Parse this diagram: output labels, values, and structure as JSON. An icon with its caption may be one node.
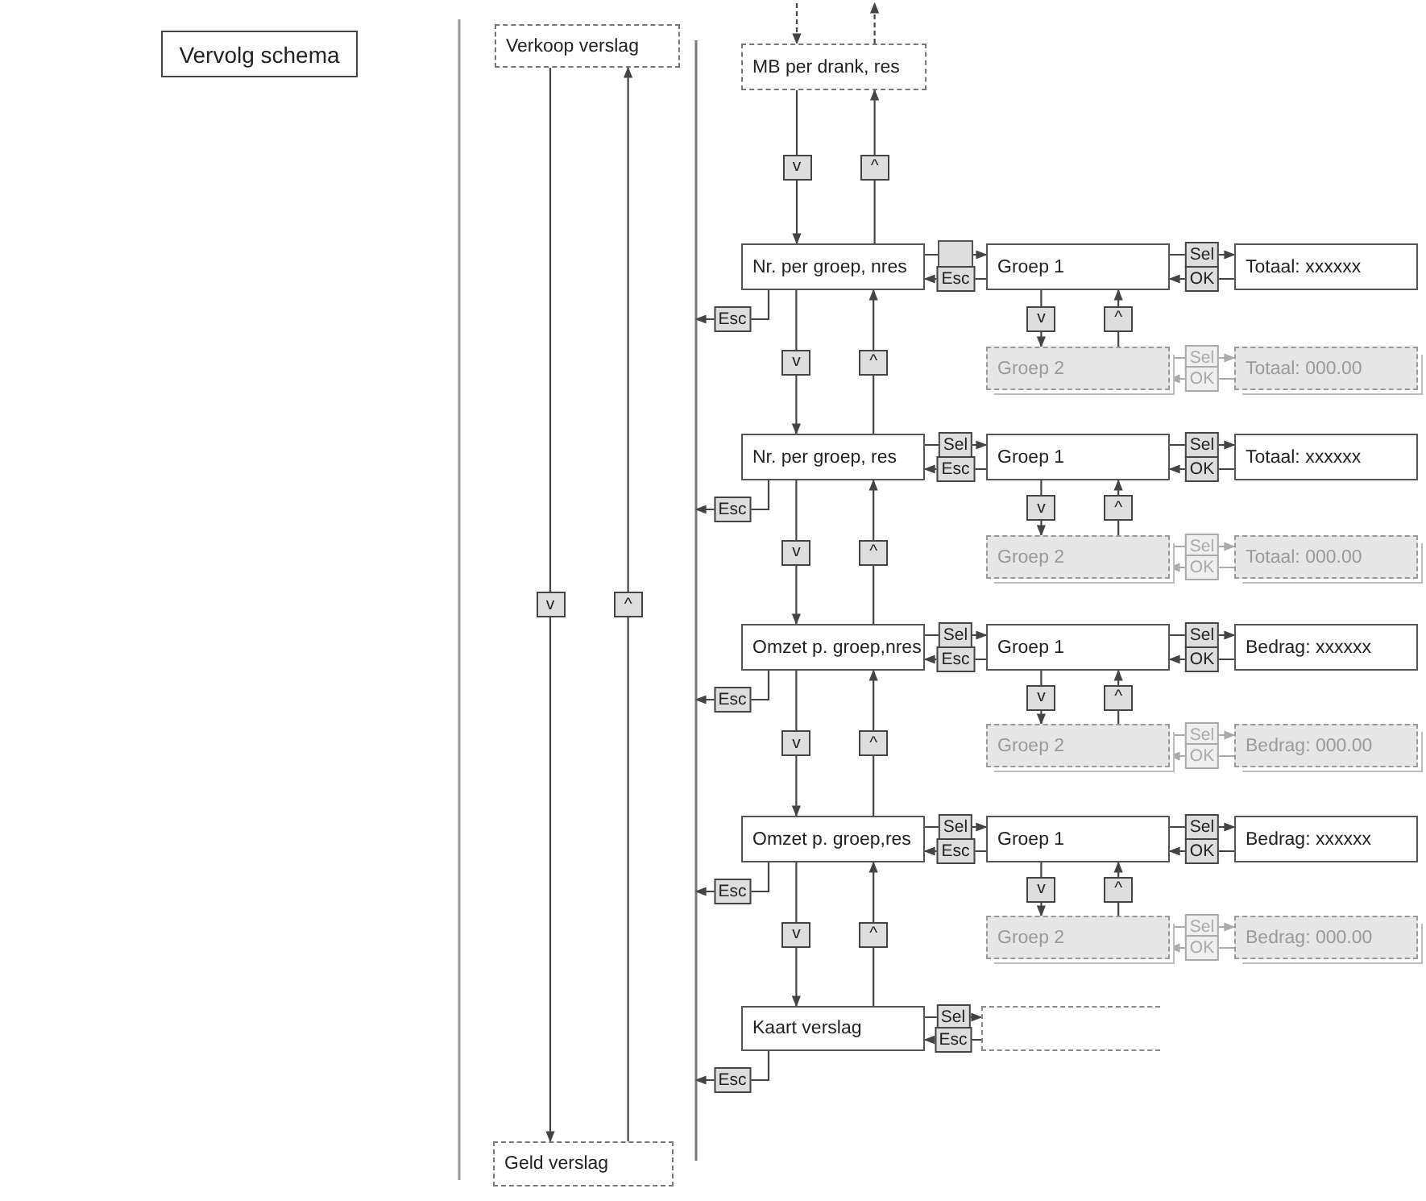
{
  "diagram": {
    "title": "Vervolg schema",
    "nodes": [
      {
        "text": [
          "Verkoop verslag"
        ]
      },
      {
        "text": [
          "Geld verslag"
        ]
      },
      {
        "text": [
          "MB per drank, res"
        ]
      },
      {
        "text": [
          "Nr. per groep, nres"
        ]
      },
      {
        "text": [
          "Groep 1"
        ]
      },
      {
        "text": [
          "Totaal: xxxxxx"
        ]
      },
      {
        "text": [
          "Groep 2"
        ]
      },
      {
        "text": [
          "Totaal: 000.00"
        ]
      },
      {
        "text": [
          "Nr. per groep, res"
        ]
      },
      {
        "text": [
          "Groep 1"
        ]
      },
      {
        "text": [
          "Totaal: xxxxxx"
        ]
      },
      {
        "text": [
          "Groep 2"
        ]
      },
      {
        "text": [
          "Totaal: 000.00"
        ]
      },
      {
        "text": [
          "Omzet p. groep,nres"
        ]
      },
      {
        "text": [
          "Groep 1"
        ]
      },
      {
        "text": [
          "Bedrag: xxxxxx"
        ]
      },
      {
        "text": [
          "Groep 2"
        ]
      },
      {
        "text": [
          "Bedrag: 000.00"
        ]
      },
      {
        "text": [
          "Omzet p. groep,res"
        ]
      },
      {
        "text": [
          "Groep 1"
        ]
      },
      {
        "text": [
          "Bedrag: xxxxxx"
        ]
      },
      {
        "text": [
          "Groep 2"
        ]
      },
      {
        "text": [
          "Bedrag: 000.00"
        ]
      },
      {
        "text": [
          "Kaart verslag"
        ]
      },
      {
        "text": [],
        "shape": "box"
      }
    ],
    "edges": [
      {
        "from": 0,
        "to": 1,
        "arrow": "to",
        "label": "v"
      },
      {
        "from": 1,
        "to": 0,
        "arrow": "to",
        "label": "^"
      },
      {
        "from": null,
        "to": 2,
        "arrow": "to",
        "style": "dashed"
      },
      {
        "from": 2,
        "to": null,
        "arrow": "to",
        "style": "dashed"
      },
      {
        "from": 2,
        "to": 3,
        "arrow": "to",
        "label": "v"
      },
      {
        "from": 3,
        "to": 2,
        "arrow": "to",
        "label": "^"
      },
      {
        "from": 3,
        "to": 4,
        "arrow": "to"
      },
      {
        "from": 4,
        "to": 3,
        "arrow": "to",
        "label": "Esc"
      },
      {
        "from": 4,
        "to": 5,
        "arrow": "to",
        "label": "Sel"
      },
      {
        "from": 5,
        "to": 4,
        "arrow": "to",
        "label": "OK"
      },
      {
        "from": 4,
        "to": 6,
        "arrow": "to",
        "label": "v"
      },
      {
        "from": 6,
        "to": 4,
        "arrow": "to",
        "label": "^"
      },
      {
        "from": 6,
        "to": 7,
        "arrow": "to",
        "label": "Sel",
        "color": "#aaaaaa"
      },
      {
        "from": 7,
        "to": 6,
        "arrow": "to",
        "label": "OK",
        "color": "#aaaaaa"
      },
      {
        "from": 3,
        "to": null,
        "arrow": "to",
        "label": "Esc"
      },
      {
        "from": 3,
        "to": 8,
        "arrow": "to",
        "label": "v"
      },
      {
        "from": 8,
        "to": 3,
        "arrow": "to",
        "label": "^"
      },
      {
        "from": 8,
        "to": 9,
        "arrow": "to",
        "label": "Sel"
      },
      {
        "from": 9,
        "to": 8,
        "arrow": "to",
        "label": "Esc"
      },
      {
        "from": 9,
        "to": 10,
        "arrow": "to",
        "label": "Sel"
      },
      {
        "from": 10,
        "to": 9,
        "arrow": "to",
        "label": "OK"
      },
      {
        "from": 9,
        "to": 11,
        "arrow": "to",
        "label": "v"
      },
      {
        "from": 11,
        "to": 9,
        "arrow": "to",
        "label": "^"
      },
      {
        "from": 11,
        "to": 12,
        "arrow": "to",
        "label": "Sel",
        "color": "#aaaaaa"
      },
      {
        "from": 12,
        "to": 11,
        "arrow": "to",
        "label": "OK",
        "color": "#aaaaaa"
      },
      {
        "from": 8,
        "to": null,
        "arrow": "to",
        "label": "Esc"
      },
      {
        "from": 8,
        "to": 13,
        "arrow": "to",
        "label": "v"
      },
      {
        "from": 13,
        "to": 8,
        "arrow": "to",
        "label": "^"
      },
      {
        "from": 13,
        "to": 14,
        "arrow": "to",
        "label": "Sel"
      },
      {
        "from": 14,
        "to": 13,
        "arrow": "to",
        "label": "Esc"
      },
      {
        "from": 14,
        "to": 15,
        "arrow": "to",
        "label": "Sel"
      },
      {
        "from": 15,
        "to": 14,
        "arrow": "to",
        "label": "OK"
      },
      {
        "from": 14,
        "to": 16,
        "arrow": "to",
        "label": "v"
      },
      {
        "from": 16,
        "to": 14,
        "arrow": "to",
        "label": "^"
      },
      {
        "from": 16,
        "to": 17,
        "arrow": "to",
        "label": "Sel",
        "color": "#aaaaaa"
      },
      {
        "from": 17,
        "to": 16,
        "arrow": "to",
        "label": "OK",
        "color": "#aaaaaa"
      },
      {
        "from": 13,
        "to": null,
        "arrow": "to",
        "label": "Esc"
      },
      {
        "from": 13,
        "to": 18,
        "arrow": "to",
        "label": "v"
      },
      {
        "from": 18,
        "to": 13,
        "arrow": "to",
        "label": "^"
      },
      {
        "from": 18,
        "to": 19,
        "arrow": "to",
        "label": "Sel"
      },
      {
        "from": 19,
        "to": 18,
        "arrow": "to",
        "label": "Esc"
      },
      {
        "from": 19,
        "to": 20,
        "arrow": "to",
        "label": "Sel"
      },
      {
        "from": 20,
        "to": 19,
        "arrow": "to",
        "label": "OK"
      },
      {
        "from": 19,
        "to": 21,
        "arrow": "to",
        "label": "v"
      },
      {
        "from": 21,
        "to": 19,
        "arrow": "to",
        "label": "^"
      },
      {
        "from": 21,
        "to": 22,
        "arrow": "to",
        "label": "Sel",
        "color": "#aaaaaa"
      },
      {
        "from": 22,
        "to": 21,
        "arrow": "to",
        "label": "OK",
        "color": "#aaaaaa"
      },
      {
        "from": 18,
        "to": null,
        "arrow": "to",
        "label": "Esc"
      },
      {
        "from": 18,
        "to": 23,
        "arrow": "to",
        "label": "v"
      },
      {
        "from": 23,
        "to": 18,
        "arrow": "to",
        "label": "^"
      },
      {
        "from": 23,
        "to": 24,
        "arrow": "to",
        "label": "Sel"
      },
      {
        "from": 24,
        "to": 23,
        "arrow": "to",
        "label": "Esc"
      },
      {
        "from": 23,
        "to": null,
        "arrow": "to",
        "label": "Esc"
      }
    ]
  }
}
